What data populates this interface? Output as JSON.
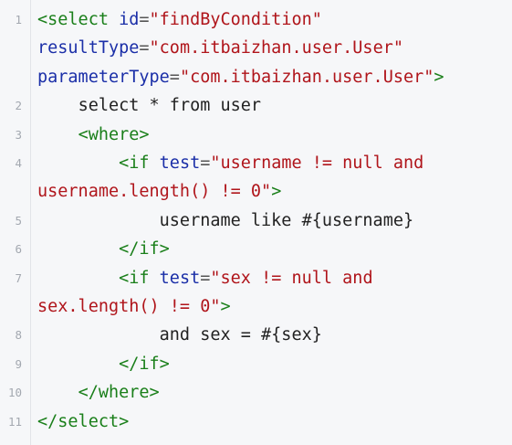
{
  "colors": {
    "background": "#f6f7f9",
    "tag": "#1a7f1a",
    "attribute": "#1b2fa8",
    "string": "#b0151b",
    "text": "#222222",
    "line_number": "#a3a8b0"
  },
  "lines": [
    {
      "number": "1",
      "indent": "",
      "tokens": [
        {
          "type": "tag",
          "text": "<select "
        },
        {
          "type": "attr",
          "text": "id"
        },
        {
          "type": "eq",
          "text": "="
        },
        {
          "type": "str",
          "text": "\"findByCondition\""
        },
        {
          "type": "txt",
          "text": "\n"
        },
        {
          "type": "attr",
          "text": "resultType"
        },
        {
          "type": "eq",
          "text": "="
        },
        {
          "type": "str",
          "text": "\"com.itbaizhan.user.User\""
        },
        {
          "type": "txt",
          "text": "\n"
        },
        {
          "type": "attr",
          "text": "parameterType"
        },
        {
          "type": "eq",
          "text": "="
        },
        {
          "type": "str",
          "text": "\"com.itbaizhan.user.User\""
        },
        {
          "type": "tag",
          "text": ">"
        }
      ]
    },
    {
      "number": "2",
      "indent": "    ",
      "tokens": [
        {
          "type": "txt",
          "text": "select * from user"
        }
      ]
    },
    {
      "number": "3",
      "indent": "    ",
      "tokens": [
        {
          "type": "tag",
          "text": "<where>"
        }
      ]
    },
    {
      "number": "4",
      "indent": "        ",
      "tokens": [
        {
          "type": "tag",
          "text": "<if "
        },
        {
          "type": "attr",
          "text": "test"
        },
        {
          "type": "eq",
          "text": "="
        },
        {
          "type": "str",
          "text": "\"username != null and\nusername.length() != 0\""
        },
        {
          "type": "tag",
          "text": ">"
        }
      ]
    },
    {
      "number": "5",
      "indent": "            ",
      "tokens": [
        {
          "type": "txt",
          "text": "username like #{username}"
        }
      ]
    },
    {
      "number": "6",
      "indent": "        ",
      "tokens": [
        {
          "type": "tag",
          "text": "</if>"
        }
      ]
    },
    {
      "number": "7",
      "indent": "        ",
      "tokens": [
        {
          "type": "tag",
          "text": "<if "
        },
        {
          "type": "attr",
          "text": "test"
        },
        {
          "type": "eq",
          "text": "="
        },
        {
          "type": "str",
          "text": "\"sex != null and\nsex.length() != 0\""
        },
        {
          "type": "tag",
          "text": ">"
        }
      ]
    },
    {
      "number": "8",
      "indent": "            ",
      "tokens": [
        {
          "type": "txt",
          "text": "and sex = #{sex}"
        }
      ]
    },
    {
      "number": "9",
      "indent": "        ",
      "tokens": [
        {
          "type": "tag",
          "text": "</if>"
        }
      ]
    },
    {
      "number": "10",
      "indent": "    ",
      "tokens": [
        {
          "type": "tag",
          "text": "</where>"
        }
      ]
    },
    {
      "number": "11",
      "indent": "",
      "tokens": [
        {
          "type": "tag",
          "text": "</select>"
        }
      ]
    }
  ]
}
